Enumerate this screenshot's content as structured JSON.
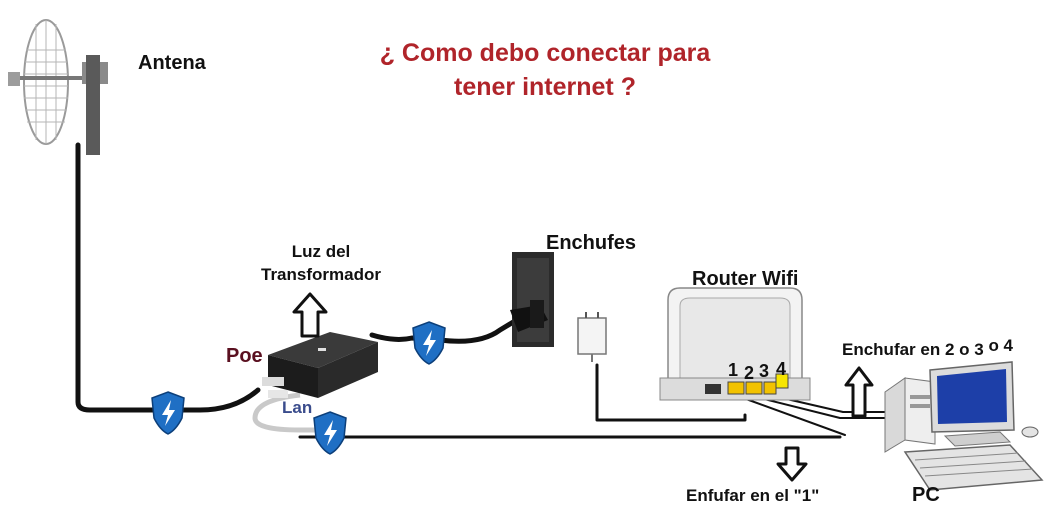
{
  "title": {
    "line1": "¿ Como debo conectar para",
    "line2": "tener internet ?"
  },
  "labels": {
    "antena": "Antena",
    "luz_line1": "Luz del",
    "luz_line2": "Transformador",
    "poe": "Poe",
    "lan": "Lan",
    "enchufes": "Enchufes",
    "router": "Router Wifi",
    "enchufar_234_a": "Enchufar en 2 o 3",
    "enchufar_234_b": "o 4",
    "enfufar_1": "Enfufar en el \"1\"",
    "pc": "PC",
    "ports": [
      "1",
      "2",
      "3",
      "4"
    ]
  },
  "colors": {
    "title": "#b0242a",
    "cable": "#111111",
    "shield": "#1f6fc4",
    "poe_label": "#5a1020",
    "lan_label": "#3a4c8c",
    "port_yellow": "#f2c200"
  },
  "icons": [
    "antenna-icon",
    "poe-injector-icon",
    "wall-outlet-icon",
    "power-adapter-icon",
    "router-icon",
    "pc-icon",
    "shield-icon",
    "arrow-up-icon",
    "arrow-down-icon"
  ]
}
